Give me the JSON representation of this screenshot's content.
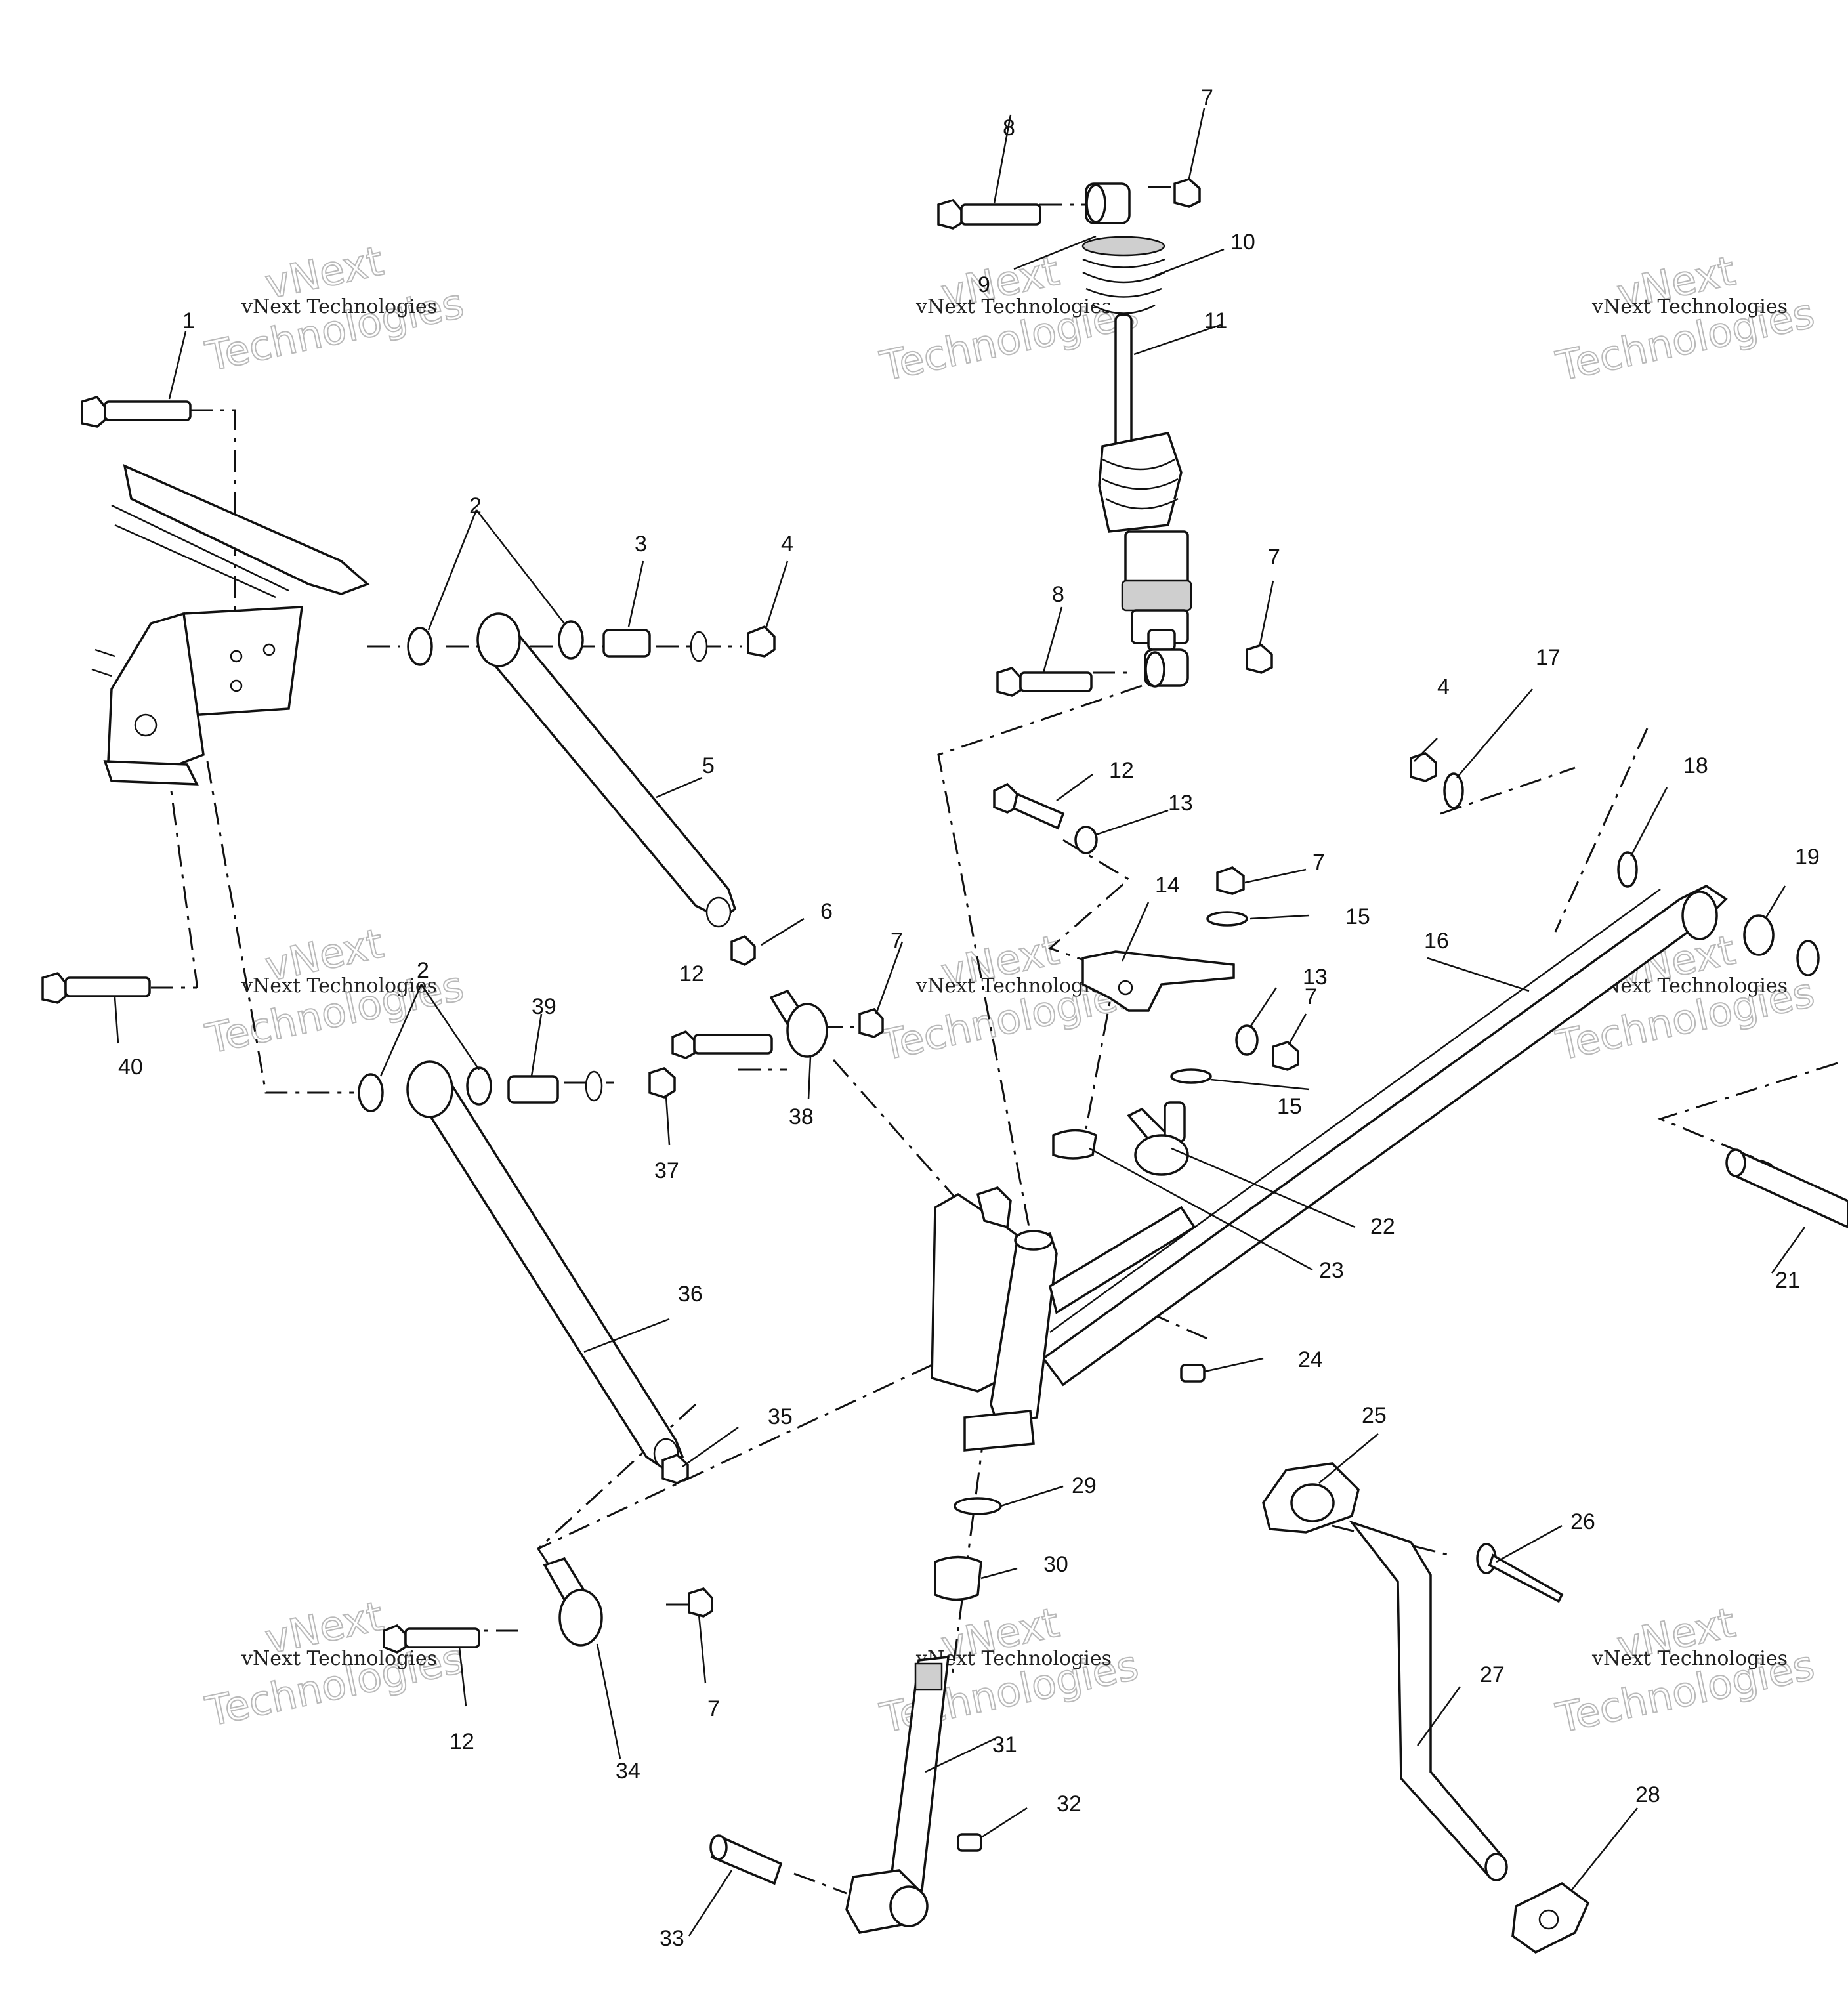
{
  "watermark": {
    "line1": "vNext Technologies",
    "line2": "vNext",
    "line3": "Technologies"
  },
  "labels": [
    {
      "id": "1",
      "text": "1"
    },
    {
      "id": "2a",
      "text": "2"
    },
    {
      "id": "3",
      "text": "3"
    },
    {
      "id": "4a",
      "text": "4"
    },
    {
      "id": "5",
      "text": "5"
    },
    {
      "id": "6",
      "text": "6"
    },
    {
      "id": "7a",
      "text": "7"
    },
    {
      "id": "7b",
      "text": "7"
    },
    {
      "id": "7c",
      "text": "7"
    },
    {
      "id": "7d",
      "text": "7"
    },
    {
      "id": "7e",
      "text": "7"
    },
    {
      "id": "7f",
      "text": "7"
    },
    {
      "id": "8a",
      "text": "8"
    },
    {
      "id": "8b",
      "text": "8"
    },
    {
      "id": "9",
      "text": "9"
    },
    {
      "id": "10",
      "text": "10"
    },
    {
      "id": "11",
      "text": "11"
    },
    {
      "id": "12a",
      "text": "12"
    },
    {
      "id": "12b",
      "text": "12"
    },
    {
      "id": "12c",
      "text": "12"
    },
    {
      "id": "13a",
      "text": "13"
    },
    {
      "id": "13b",
      "text": "13"
    },
    {
      "id": "14",
      "text": "14"
    },
    {
      "id": "15a",
      "text": "15"
    },
    {
      "id": "15b",
      "text": "15"
    },
    {
      "id": "16",
      "text": "16"
    },
    {
      "id": "17",
      "text": "17"
    },
    {
      "id": "18",
      "text": "18"
    },
    {
      "id": "19",
      "text": "19"
    },
    {
      "id": "2b",
      "text": "2"
    },
    {
      "id": "4b",
      "text": "4"
    },
    {
      "id": "21",
      "text": "21"
    },
    {
      "id": "22",
      "text": "22"
    },
    {
      "id": "23",
      "text": "23"
    },
    {
      "id": "24",
      "text": "24"
    },
    {
      "id": "25",
      "text": "25"
    },
    {
      "id": "26",
      "text": "26"
    },
    {
      "id": "27",
      "text": "27"
    },
    {
      "id": "28",
      "text": "28"
    },
    {
      "id": "29",
      "text": "29"
    },
    {
      "id": "30",
      "text": "30"
    },
    {
      "id": "31",
      "text": "31"
    },
    {
      "id": "32",
      "text": "32"
    },
    {
      "id": "33",
      "text": "33"
    },
    {
      "id": "34",
      "text": "34"
    },
    {
      "id": "35",
      "text": "35"
    },
    {
      "id": "36",
      "text": "36"
    },
    {
      "id": "37",
      "text": "37"
    },
    {
      "id": "38",
      "text": "38"
    },
    {
      "id": "39",
      "text": "39"
    },
    {
      "id": "40",
      "text": "40"
    }
  ]
}
